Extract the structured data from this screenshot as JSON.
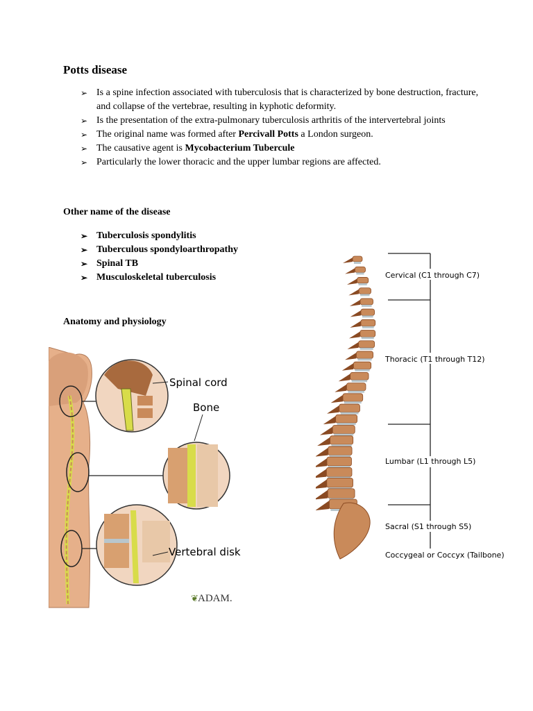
{
  "title": "Potts disease",
  "bullet_glyph": "➢",
  "main_bullets": [
    {
      "pre": "Is a spine infection associated with tuberculosis that is characterized by bone destruction, fracture, and collapse of the vertebrae, resulting in kyphotic deformity.",
      "bold": "",
      "post": ""
    },
    {
      "pre": "Is the presentation of the extra-pulmonary tuberculosis arthritis of the intervertebral joints",
      "bold": "",
      "post": ""
    },
    {
      "pre": "The original name was formed after ",
      "bold": "Percivall Potts",
      "post": " a London surgeon."
    },
    {
      "pre": "The causative agent is ",
      "bold": "Mycobacterium Tubercule",
      "post": ""
    },
    {
      "pre": "Particularly the lower thoracic and the upper lumbar regions are affected.",
      "bold": "",
      "post": ""
    }
  ],
  "other_name_heading": "Other name of the disease",
  "other_names": [
    "Tuberculosis spondylitis",
    "Tuberculous spondyloarthropathy",
    "Spinal TB",
    "Musculoskeletal tuberculosis"
  ],
  "anatomy_heading": "Anatomy and physiology",
  "left_figure": {
    "labels": {
      "spinal_cord": "Spinal cord",
      "bone": "Bone",
      "vertebral_disk": "Vertebral disk"
    },
    "logo": "ADAM."
  },
  "right_figure": {
    "regions": {
      "cervical": "Cervical (C1 through C7)",
      "thoracic": "Thoracic (T1 through T12)",
      "lumbar": "Lumbar (L1 through L5)",
      "sacral": "Sacral (S1 through S5)",
      "coccygeal": "Coccygeal or Coccyx (Tailbone)"
    }
  },
  "colors": {
    "bone": "#c98a5a",
    "bone_dark": "#8a4a22",
    "disk": "#b8c6cc",
    "skin": "#e6b08a",
    "cord": "#d8dc4a"
  }
}
